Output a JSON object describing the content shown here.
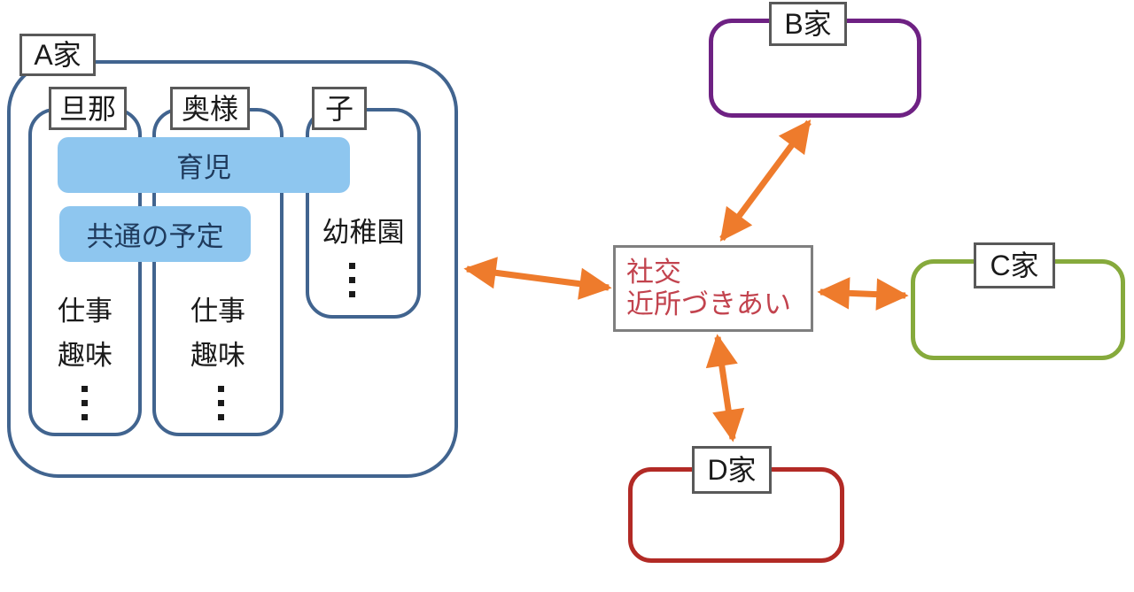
{
  "family_a": {
    "label": "A家",
    "members": [
      {
        "label": "旦那",
        "items": [
          "仕事",
          "趣味"
        ],
        "ellipsis": "⋮"
      },
      {
        "label": "奥様",
        "items": [
          "仕事",
          "趣味"
        ],
        "ellipsis": "⋮"
      },
      {
        "label": "子",
        "items": [
          "幼稚園"
        ],
        "ellipsis": "⋮"
      }
    ],
    "shared_activities": [
      {
        "label": "育児"
      },
      {
        "label": "共通の予定"
      }
    ]
  },
  "hub": {
    "lines": [
      "社交",
      "近所づきあい"
    ]
  },
  "neighbors": [
    {
      "label": "B家",
      "position": "top",
      "border_color": "#6e2183"
    },
    {
      "label": "C家",
      "position": "right",
      "border_color": "#86aa3c"
    },
    {
      "label": "D家",
      "position": "bottom",
      "border_color": "#b22a25"
    }
  ],
  "colors": {
    "family_a_border": "#41648f",
    "shared_activity_fill": "#8ec6ef",
    "shared_activity_text": "#1f3a5c",
    "label_tag_border": "#595959",
    "hub_border": "#7f7f7f",
    "hub_text": "#c2434e",
    "arrow": "#ee7b2c",
    "family_b_border": "#6e2183",
    "family_c_border": "#86aa3c",
    "family_d_border": "#b22a25"
  }
}
